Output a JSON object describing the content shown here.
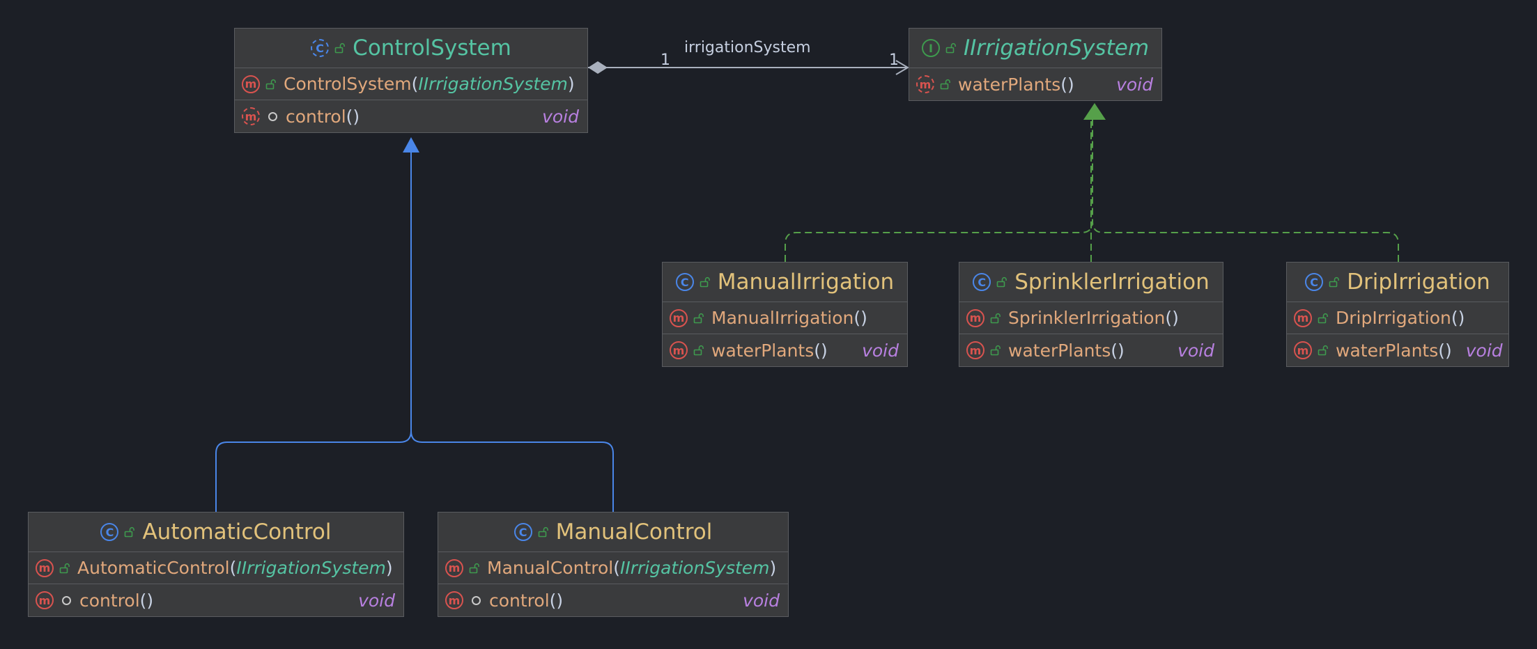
{
  "diagram": {
    "classes": [
      {
        "id": "ControlSystem",
        "name": "ControlSystem",
        "kind": "abstract",
        "icon": "abstract-class-icon",
        "methods": [
          {
            "name": "ControlSystem",
            "params": [
              {
                "type": "IIrrigationSystem"
              }
            ],
            "return": "",
            "visibility": "public",
            "abstract": false
          },
          {
            "name": "control",
            "params": [],
            "return": "void",
            "visibility": "package",
            "abstract": true
          }
        ]
      },
      {
        "id": "IIrrigationSystem",
        "name": "IIrrigationSystem",
        "kind": "interface",
        "icon": "interface-icon",
        "methods": [
          {
            "name": "waterPlants",
            "params": [],
            "return": "void",
            "visibility": "public",
            "abstract": true
          }
        ]
      },
      {
        "id": "ManualIrrigation",
        "name": "ManualIrrigation",
        "kind": "class",
        "icon": "class-icon",
        "methods": [
          {
            "name": "ManualIrrigation",
            "params": [],
            "return": "",
            "visibility": "public",
            "abstract": false
          },
          {
            "name": "waterPlants",
            "params": [],
            "return": "void",
            "visibility": "public",
            "abstract": false
          }
        ]
      },
      {
        "id": "SprinklerIrrigation",
        "name": "SprinklerIrrigation",
        "kind": "class",
        "icon": "class-icon",
        "methods": [
          {
            "name": "SprinklerIrrigation",
            "params": [],
            "return": "",
            "visibility": "public",
            "abstract": false
          },
          {
            "name": "waterPlants",
            "params": [],
            "return": "void",
            "visibility": "public",
            "abstract": false
          }
        ]
      },
      {
        "id": "DripIrrigation",
        "name": "DripIrrigation",
        "kind": "class",
        "icon": "class-icon",
        "methods": [
          {
            "name": "DripIrrigation",
            "params": [],
            "return": "",
            "visibility": "public",
            "abstract": false
          },
          {
            "name": "waterPlants",
            "params": [],
            "return": "void",
            "visibility": "public",
            "abstract": false
          }
        ]
      },
      {
        "id": "AutomaticControl",
        "name": "AutomaticControl",
        "kind": "class",
        "icon": "class-icon",
        "methods": [
          {
            "name": "AutomaticControl",
            "params": [
              {
                "type": "IIrrigationSystem"
              }
            ],
            "return": "",
            "visibility": "public",
            "abstract": false
          },
          {
            "name": "control",
            "params": [],
            "return": "void",
            "visibility": "package",
            "abstract": false
          }
        ]
      },
      {
        "id": "ManualControl",
        "name": "ManualControl",
        "kind": "class",
        "icon": "class-icon",
        "methods": [
          {
            "name": "ManualControl",
            "params": [
              {
                "type": "IIrrigationSystem"
              }
            ],
            "return": "",
            "visibility": "public",
            "abstract": false
          },
          {
            "name": "control",
            "params": [],
            "return": "void",
            "visibility": "package",
            "abstract": false
          }
        ]
      }
    ],
    "relations": [
      {
        "type": "composition",
        "from": "ControlSystem",
        "to": "IIrrigationSystem",
        "label": "irrigationSystem",
        "source_multiplicity": "1",
        "target_multiplicity": "1"
      },
      {
        "type": "realization",
        "from": "ManualIrrigation",
        "to": "IIrrigationSystem"
      },
      {
        "type": "realization",
        "from": "SprinklerIrrigation",
        "to": "IIrrigationSystem"
      },
      {
        "type": "realization",
        "from": "DripIrrigation",
        "to": "IIrrigationSystem"
      },
      {
        "type": "generalization",
        "from": "AutomaticControl",
        "to": "ControlSystem"
      },
      {
        "type": "generalization",
        "from": "ManualControl",
        "to": "ControlSystem"
      }
    ]
  },
  "colors": {
    "background": "#1c1f26",
    "class_name": "#e2c27b",
    "abstract_name": "#55c4a3",
    "method_name": "#e1a87c",
    "param_type": "#55c4a3",
    "return_type": "#b880e0",
    "generalization_line": "#4a86e8",
    "realization_line": "#56a04a",
    "composition_line": "#a9b0bd"
  }
}
